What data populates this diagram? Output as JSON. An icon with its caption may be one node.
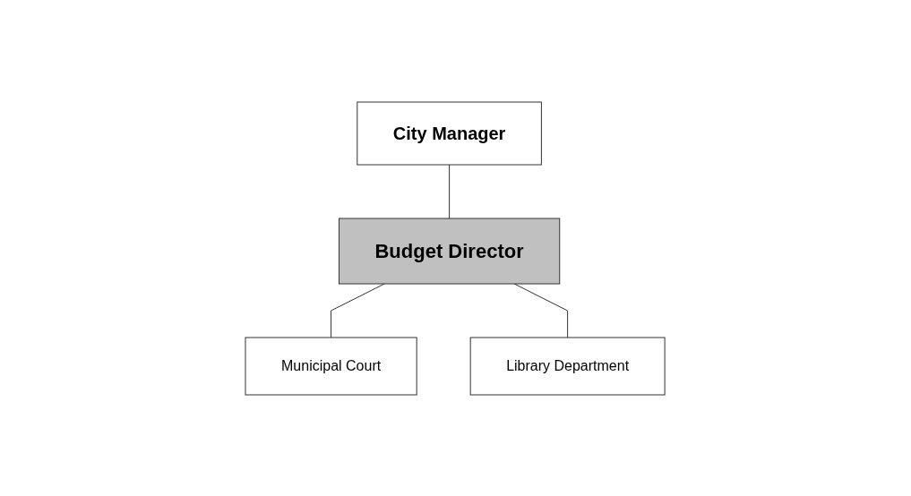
{
  "diagram": {
    "nodes": [
      {
        "text": [
          "City Manager"
        ]
      },
      {
        "text": [
          "Budget Director"
        ]
      },
      {
        "text": [
          "Municipal Court"
        ]
      },
      {
        "text": [
          "Library Department"
        ]
      }
    ],
    "edges": [
      {
        "from": 0,
        "to": 1,
        "arrow": "none"
      },
      {
        "from": 1,
        "to": 2,
        "arrow": "none"
      },
      {
        "from": 1,
        "to": 3,
        "arrow": "none"
      }
    ]
  }
}
